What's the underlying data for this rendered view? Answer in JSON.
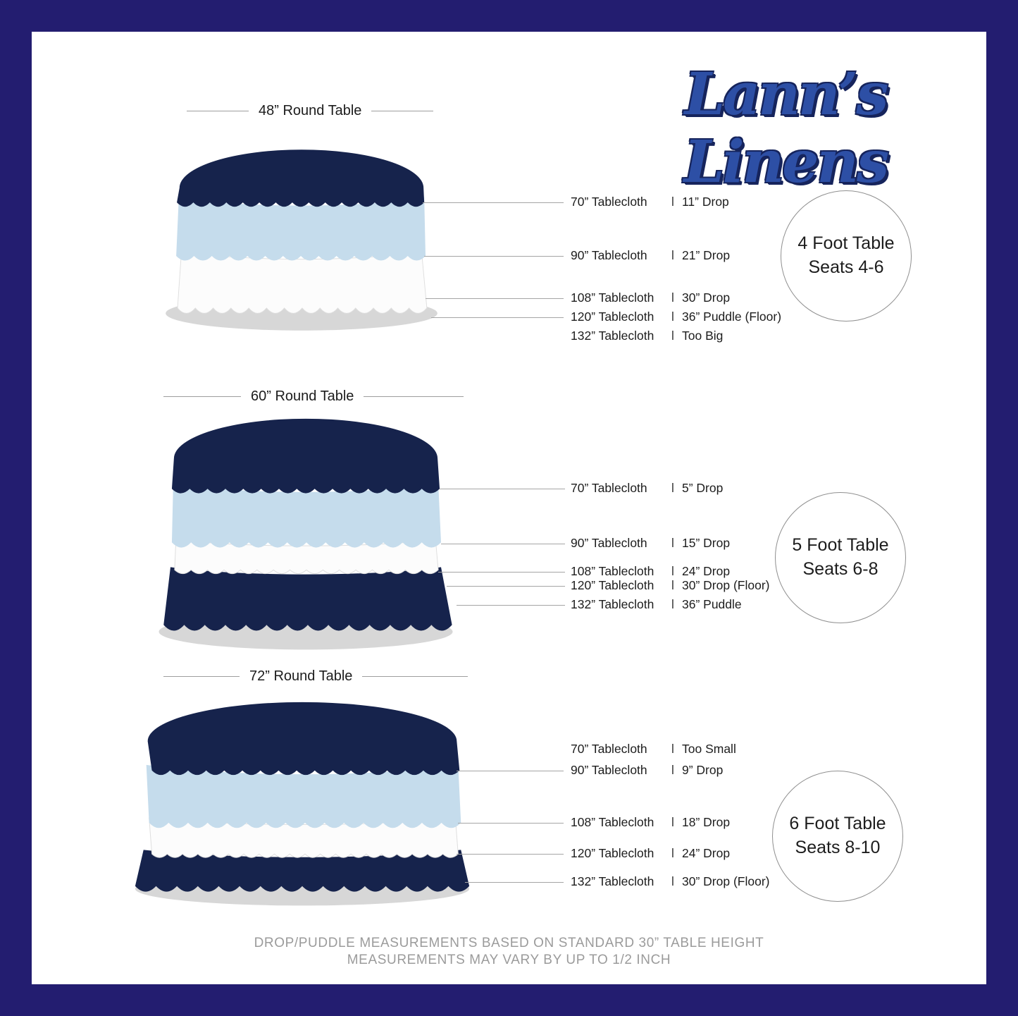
{
  "brand": {
    "logo_text": "Lann’s Linens"
  },
  "divider": "l",
  "colors": {
    "frame": "#231d70",
    "logo_blue": "#2d4fa5",
    "navy": "#16234c",
    "light_blue": "#c5dcec",
    "white_cloth": "#fcfcfc",
    "shadow": "#d7d7d7"
  },
  "sections": [
    {
      "title": "48” Round Table",
      "seats": {
        "line1": "4 Foot Table",
        "line2": "Seats 4-6"
      },
      "rows": [
        {
          "cloth": "70” Tablecloth",
          "drop": "11” Drop"
        },
        {
          "cloth": "90” Tablecloth",
          "drop": "21” Drop"
        },
        {
          "cloth": "108” Tablecloth",
          "drop": "30” Drop"
        },
        {
          "cloth": "120” Tablecloth",
          "drop": "36” Puddle  (Floor)"
        },
        {
          "cloth": "132” Tablecloth",
          "drop": "Too Big"
        }
      ]
    },
    {
      "title": "60” Round Table",
      "seats": {
        "line1": "5 Foot Table",
        "line2": "Seats 6-8"
      },
      "rows": [
        {
          "cloth": "70” Tablecloth",
          "drop": "5” Drop"
        },
        {
          "cloth": "90” Tablecloth",
          "drop": "15” Drop"
        },
        {
          "cloth": "108” Tablecloth",
          "drop": "24” Drop"
        },
        {
          "cloth": "120” Tablecloth",
          "drop": "30” Drop  (Floor)"
        },
        {
          "cloth": "132” Tablecloth",
          "drop": "36” Puddle"
        }
      ]
    },
    {
      "title": "72” Round Table",
      "seats": {
        "line1": "6 Foot Table",
        "line2": "Seats 8-10"
      },
      "rows": [
        {
          "cloth": "70” Tablecloth",
          "drop": "Too Small"
        },
        {
          "cloth": "90” Tablecloth",
          "drop": "9” Drop"
        },
        {
          "cloth": "108” Tablecloth",
          "drop": "18” Drop"
        },
        {
          "cloth": "120” Tablecloth",
          "drop": "24” Drop"
        },
        {
          "cloth": "132” Tablecloth",
          "drop": "30” Drop (Floor)"
        }
      ]
    }
  ],
  "footer": {
    "line1": "DROP/PUDDLE MEASUREMENTS BASED ON STANDARD 30” TABLE HEIGHT",
    "line2": "MEASUREMENTS MAY VARY BY UP TO 1/2 INCH"
  }
}
